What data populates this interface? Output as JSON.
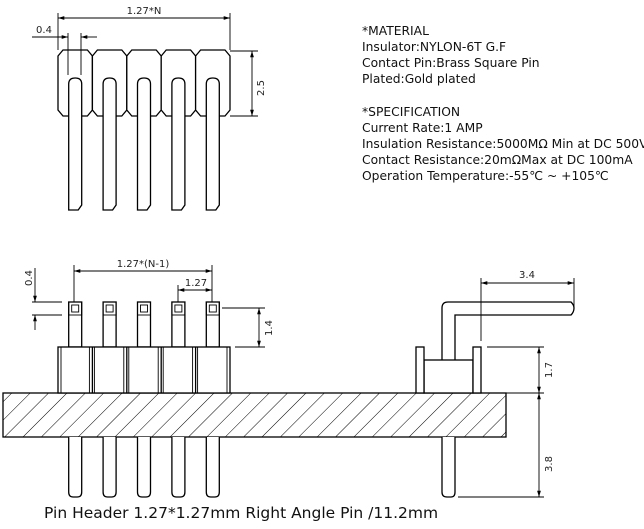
{
  "dimensions": {
    "top_width": "1.27*N",
    "top_pin_width": "0.4",
    "top_height": "2.5",
    "front_pitch_total": "1.27*(N-1)",
    "front_pitch": "1.27",
    "front_pin_size": "0.4",
    "front_pin_height": "1.4",
    "side_arm_length": "3.4",
    "side_body_height": "1.7",
    "side_tail_length": "3.8"
  },
  "material": {
    "heading": "*MATERIAL",
    "lines": [
      "Insulator:NYLON-6T G.F",
      "Contact Pin:Brass Square Pin",
      "Plated:Gold plated"
    ]
  },
  "specification": {
    "heading": "*SPECIFICATION",
    "lines": [
      "Current Rate:1 AMP",
      "Insulation Resistance:5000MΩ Min at DC 500V",
      "Contact Resistance:20mΩMax at DC 100mA",
      "Operation Temperature:-55℃ ~ +105℃"
    ]
  },
  "caption": "Pin Header 1.27*1.27mm Right Angle Pin /11.2mm",
  "pin_count_shown": 5
}
